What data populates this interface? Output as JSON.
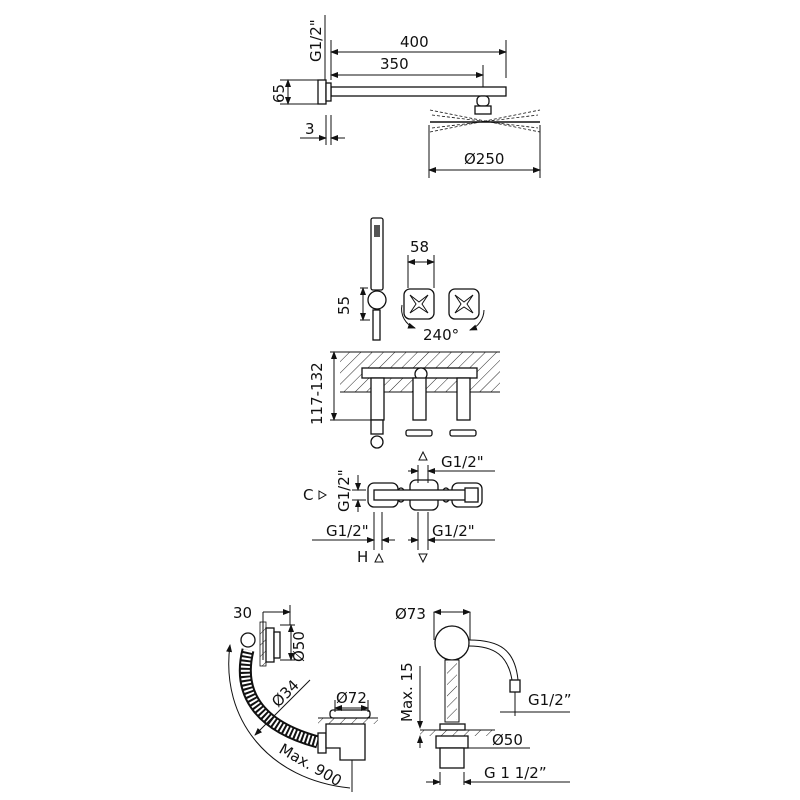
{
  "shower_head": {
    "dim_thread": "G1/2\"",
    "dim_total": "400",
    "dim_arm": "350",
    "dim_flange": "65",
    "dim_thickness": "3",
    "dim_diameter": "Ø250"
  },
  "mixer": {
    "dim_handle_width": "58",
    "dim_handle_height": "55",
    "rotation": "240°",
    "dim_deck": "117-132"
  },
  "connections": {
    "top_thread": "G1/2\"",
    "cold_label": "C",
    "side_thread": "G1/2\"",
    "hot_thread": "G1/2\"",
    "outlet_thread": "G1/2\"",
    "hot_label": "H"
  },
  "drain": {
    "dim_depth": "30",
    "dim_overflow": "Ø50",
    "dim_hose": "Ø34",
    "dim_plug": "Ø72",
    "dim_length": "Max. 900"
  },
  "filler": {
    "dim_body": "Ø73",
    "dim_height": "Max. 15",
    "dim_inlet": "G1/2”",
    "dim_waste": "Ø50",
    "dim_outlet": "G 1 1/2”"
  }
}
